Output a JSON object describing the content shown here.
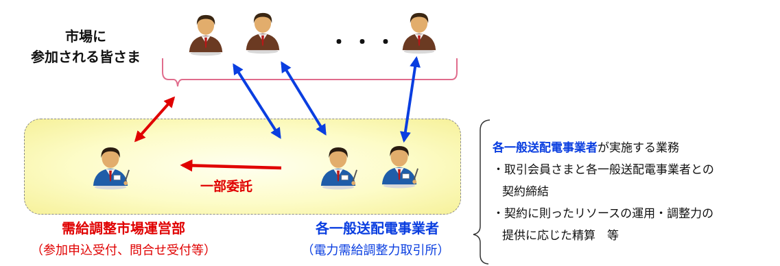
{
  "market": {
    "label_line1": "市場に",
    "label_line2": "参加される皆さま",
    "ellipsis": "・・・"
  },
  "operator": {
    "name": "需給調整市場運営部",
    "sub": "（参加申込受付、問合せ受付等）"
  },
  "tso": {
    "name": "各一般送配電事業者",
    "sub": "（電力需給調整力取引所）"
  },
  "consign_label": "一部委託",
  "duties": {
    "title_blue": "各一般送配電事業者",
    "title_rest": "が実施する業務",
    "item1_line1": "・取引会員さまと各一般送配電事業者との",
    "item1_line2": "契約締結",
    "item2_line1": "・契約に則ったリソースの運用・調整力の",
    "item2_line2": "提供に応じた精算　等"
  },
  "colors": {
    "red": "#e00000",
    "blue": "#0a3ee0",
    "panel": "#fdfcc8"
  },
  "icons": [
    "person-brown-suit-icon",
    "person-blue-suit-icon"
  ]
}
